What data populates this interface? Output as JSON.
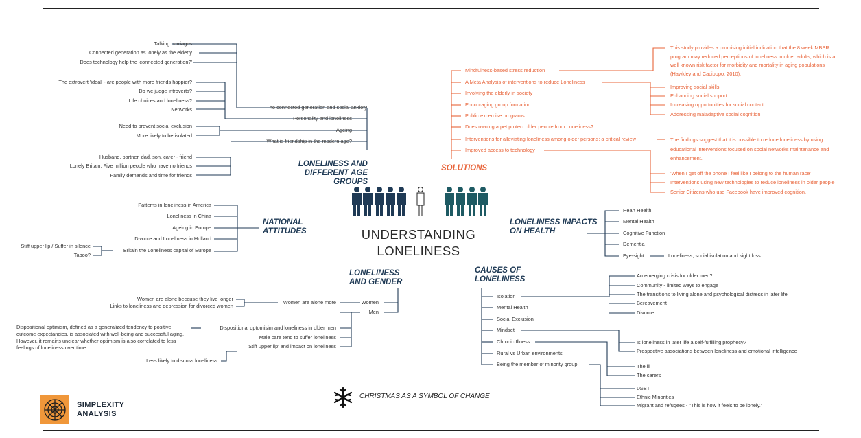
{
  "title": "UNDERSTANDING LONELINESS",
  "christmas": "CHRISTMAS AS A SYMBOL OF CHANGE",
  "logo": {
    "line1": "SIMPLEXITY",
    "line2": "ANALYSIS"
  },
  "colors": {
    "navy": "#1f3a55",
    "orange": "#e8643a",
    "teal": "#1e5a63",
    "logo": "#f0973a"
  },
  "age": {
    "heading": "LONELINESS AND DIFFERENT AGE GROUPS",
    "connected": {
      "label": "The connected generation and social anxiety",
      "items": [
        "Talking carriages",
        "Connected generation as lonely as the elderly",
        "Does technology help the 'connected generation?'"
      ]
    },
    "personality": {
      "label": "Personality and loneliness",
      "items": [
        "The extrovert 'ideal' - are people with more friends happier?",
        "Do we judge introverts?",
        "Life choices and loneliness?",
        "Networks"
      ]
    },
    "ageing": {
      "label": "Ageing",
      "items": [
        "Need to prevent social exclusion",
        "More likely to be isolated"
      ]
    },
    "friendship": {
      "label": "What is friendship in the modern age?",
      "items": [
        "Husband, partner, dad, son, carer - friend",
        "Lonely Britain: Five million people who have no friends",
        "Family demands and time for friends"
      ]
    }
  },
  "national": {
    "heading": "NATIONAL ATTITUDES",
    "items": [
      "Patterns in loneliness in America",
      "Loneliness in China",
      "Ageing in Europe",
      "Divorce and Loneliness in Holland",
      "Britain the Loneliness capital of Europe"
    ],
    "britain_sub": [
      "Stiff upper lip / Suffer in silence",
      "Taboo?"
    ]
  },
  "gender": {
    "heading": "LONELINESS AND GENDER",
    "women": {
      "label": "Women",
      "mid": "Women are alone more",
      "items": [
        "Women are alone because they live longer",
        "Links to loneliness and depression for divorced women"
      ]
    },
    "men": {
      "label": "Men",
      "items": [
        "Dispositional optomisim and loneliness in older men",
        "Male care tend to suffer loneliness",
        "'Stiff upper lip' and impact on loneliness"
      ],
      "optimism_note": "Dispositional optimism, defined as a generalized tendency to positive outcome expectancies, is associated with well-being and successful aging. However, it remains unclear whether optimism is also correlated to less feelings of loneliness over time.",
      "stiff_sub": "Less likely to discuss loneliness"
    }
  },
  "solutions": {
    "heading": "SOLUTIONS",
    "items": [
      "Mindfulness-based stress reduction",
      "A Meta Analysis of interventions to reduce Loneliness",
      "Involving the elderly in society",
      "Encouraging group formation",
      "Public excercise programs",
      "Does owning a pet protect older people from Loneliness?",
      "Interventions for alleviating loneliness among older persons: a critical review",
      "Improved access to technology"
    ],
    "mbsr_note": "This study provides a promising initial indication that the 8 week MBSR program may reduced perceptions of loneliness in older adults, which is a well known risk factor for morbidity and mortality in aging populations (Hawkley and Cacioppo, 2010).",
    "meta_items": [
      "Improving social skills",
      "Enhancing social support",
      "Increasing opportunities for social contact",
      "Addressing maladaptive social cognition"
    ],
    "review_note": "The findings suggest that it is possible to reduce loneliness by using educational interventions focused on social networks maintenance and enhancement.",
    "tech_items": [
      "'When I get off the phone I feel like I belong to the human race'",
      "Interventions using new technologies to reduce loneliness in older people",
      "Senior Citizens who use Facebook have improved cognition."
    ]
  },
  "health": {
    "heading": "LONELINESS IMPACTS ON HEALTH",
    "items": [
      "Heart Health",
      "Mental Health",
      "Cognitive Function",
      "Dementia",
      "Eye-sight"
    ],
    "eyesight_sub": "Loneliness, social isolation and sight loss"
  },
  "causes": {
    "heading": "CAUSES OF LONELINESS",
    "items": [
      "Isolation",
      "Mental Health",
      "Social Exclusion",
      "Mindset",
      "Chronic Illness",
      "Rural vs Urban environments",
      "Being the member of minority group"
    ],
    "isolation_sub": [
      "An emerging crisis for older men?",
      "Community - limited ways to engage",
      "The transitions to living alone and psychological distress in later life",
      "Bereavement",
      "Divorce"
    ],
    "mindset_sub": [
      "Is loneliness in later life a self-fulfilling prophecy?",
      "Prospective associations between loneliness and emotional intelligence"
    ],
    "illness_sub": [
      "The ill",
      "The carers"
    ],
    "minority_sub": [
      "LGBT",
      "Ethnic Minorities",
      "Migrant and refugees - \"This is how it feels to be lonely.\""
    ]
  }
}
